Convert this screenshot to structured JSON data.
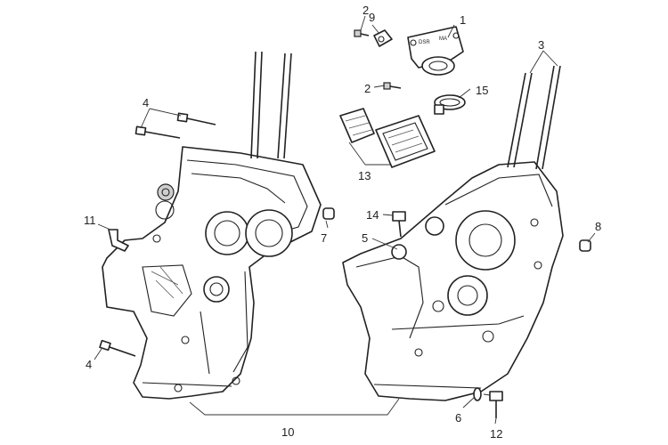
{
  "callouts": [
    {
      "id": "c1",
      "text": "1"
    },
    {
      "id": "c2a",
      "text": "2"
    },
    {
      "id": "c9",
      "text": "9"
    },
    {
      "id": "c3",
      "text": "3"
    },
    {
      "id": "c4a",
      "text": "4"
    },
    {
      "id": "c2b",
      "text": "2"
    },
    {
      "id": "c15",
      "text": "15"
    },
    {
      "id": "c13",
      "text": "13"
    },
    {
      "id": "c14",
      "text": "14"
    },
    {
      "id": "c5",
      "text": "5"
    },
    {
      "id": "c7",
      "text": "7"
    },
    {
      "id": "c8",
      "text": "8"
    },
    {
      "id": "c11",
      "text": "11"
    },
    {
      "id": "c4b",
      "text": "4"
    },
    {
      "id": "c6",
      "text": "6"
    },
    {
      "id": "c12",
      "text": "12"
    },
    {
      "id": "c10",
      "text": "10"
    }
  ],
  "marks": {
    "intake_left": "DSR",
    "intake_right": "MA"
  }
}
